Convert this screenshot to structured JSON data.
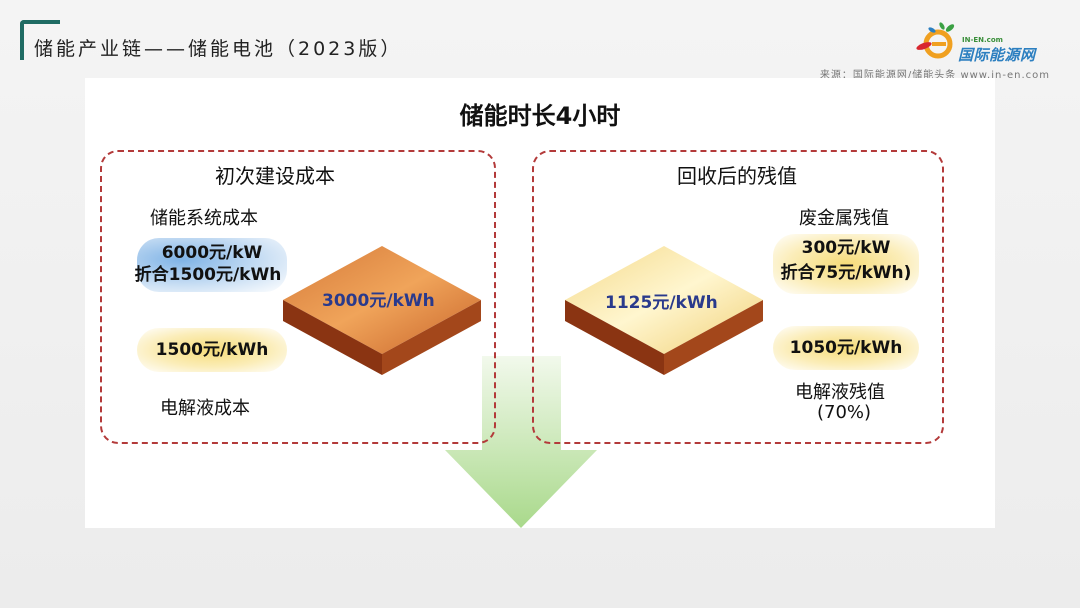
{
  "header": {
    "title": "储能产业链——储能电池（2023版）",
    "brand_sub": "IN-EN.com",
    "brand_name": "国际能源网",
    "source": "来源：国际能源网/储能头条 www.in-en.com"
  },
  "diagram": {
    "heading": "储能时长4小时",
    "left": {
      "title": "初次建设成本",
      "system_cost_label": "储能系统成本",
      "system_cost_line1": "6000元/kW",
      "system_cost_line2": "折合1500元/kWh",
      "electrolyte_cost_value": "1500元/kWh",
      "electrolyte_cost_label": "电解液成本",
      "total": "3000元/kWh"
    },
    "right": {
      "title": "回收后的残值",
      "metal_label": "废金属残值",
      "metal_line1": "300元/kW",
      "metal_line2": "折合75元/kWh)",
      "electrolyte_value": "1050元/kWh",
      "electrolyte_label": "电解液残值",
      "electrolyte_pct": "(70%)",
      "total": "1125元/kWh"
    }
  },
  "colors": {
    "accent": "#1f6b63",
    "dash": "#b33a3a",
    "slab_dark": "#a3471b",
    "slab_light": "#f3e3a8",
    "arrow": "#b9e0a0"
  }
}
